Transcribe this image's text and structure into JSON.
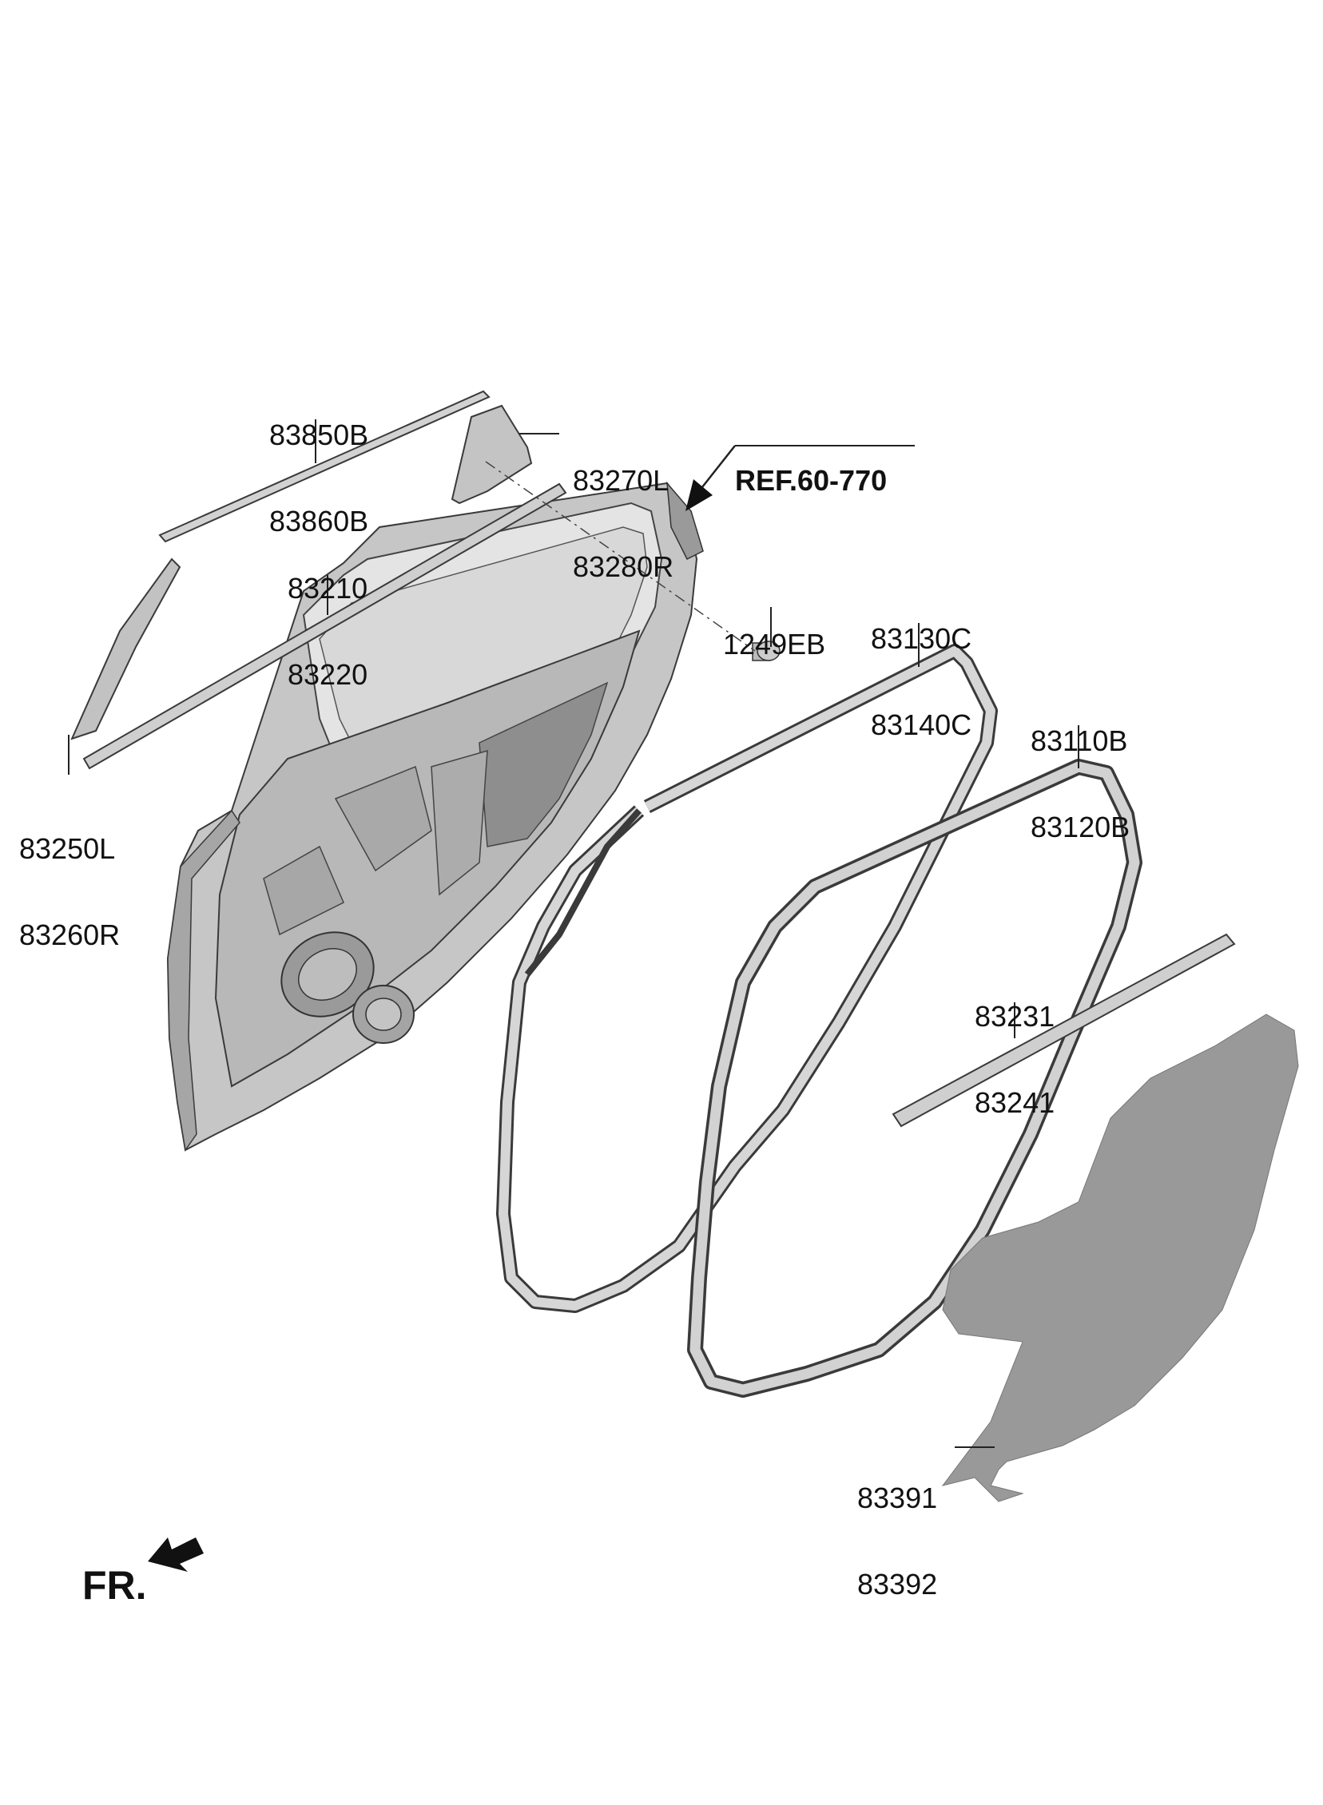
{
  "colors": {
    "panel": "#c9c9c9",
    "panel_dark": "#8f8f8f",
    "panel_light": "#e2e2e2",
    "strip": "#d0d0d0",
    "seal": "#cfcfcf",
    "outline": "#3a3a3a",
    "film": "#999999"
  },
  "parts": {
    "p83850": {
      "line1": "83850B",
      "line2": "83860B"
    },
    "p83270": {
      "line1": "83270L",
      "line2": "83280R"
    },
    "ref": {
      "text": "REF.60-770"
    },
    "p83210": {
      "line1": "83210",
      "line2": "83220"
    },
    "p1249": {
      "line1": "1249EB"
    },
    "p83130": {
      "line1": "83130C",
      "line2": "83140C"
    },
    "p83110": {
      "line1": "83110B",
      "line2": "83120B"
    },
    "p83250": {
      "line1": "83250L",
      "line2": "83260R"
    },
    "p83231": {
      "line1": "83231",
      "line2": "83241"
    },
    "p83391": {
      "line1": "83391",
      "line2": "83392"
    }
  },
  "front_indicator": {
    "text": "FR."
  }
}
